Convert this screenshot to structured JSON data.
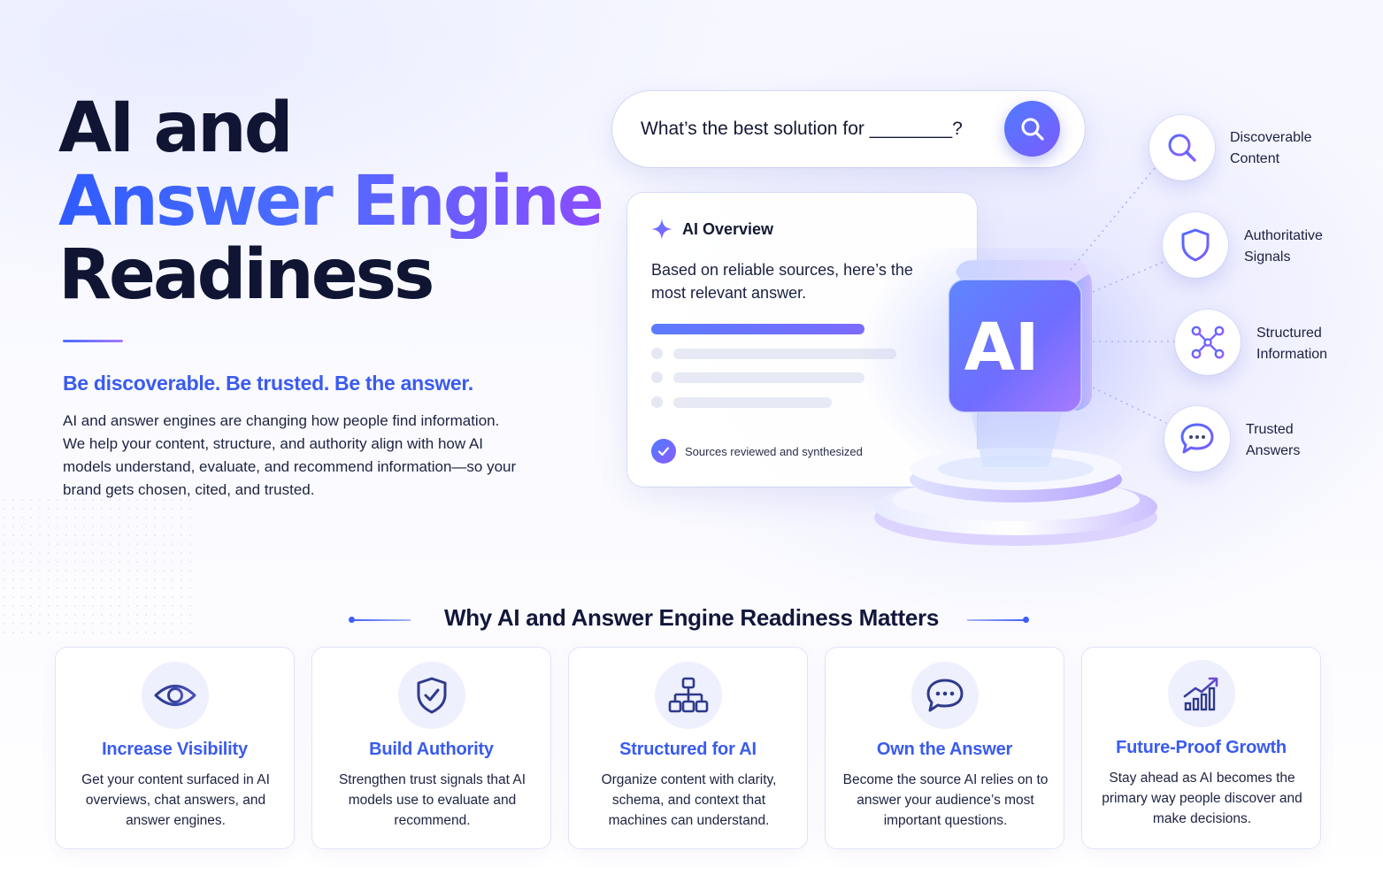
{
  "hero": {
    "title_line1": "AI and",
    "title_line2": "Answer Engine",
    "title_line3": "Readiness",
    "tagline": "Be discoverable. Be trusted. Be the answer.",
    "intro": "AI and answer engines are changing how people find information. We help your content, structure, and authority align with how AI models understand, evaluate, and recommend information—so your brand gets chosen, cited, and trusted."
  },
  "search": {
    "query": "What’s the best solution for ________?",
    "icon": "search-icon"
  },
  "overview": {
    "title": "AI Overview",
    "body": "Based on reliable sources, here’s the most relevant answer.",
    "footer": "Sources reviewed and synthesized"
  },
  "ai_cube": {
    "label": "AI"
  },
  "nodes": [
    {
      "label_line1": "Discoverable",
      "label_line2": "Content",
      "icon": "search-icon"
    },
    {
      "label_line1": "Authoritative",
      "label_line2": "Signals",
      "icon": "shield-icon"
    },
    {
      "label_line1": "Structured",
      "label_line2": "Information",
      "icon": "network-icon"
    },
    {
      "label_line1": "Trusted",
      "label_line2": "Answers",
      "icon": "chat-bubble-icon"
    }
  ],
  "section": {
    "heading": "Why AI and Answer Engine Readiness Matters"
  },
  "cards": [
    {
      "title": "Increase Visibility",
      "desc": "Get your content surfaced in AI overviews, chat answers, and answer engines.",
      "icon": "eye-icon"
    },
    {
      "title": "Build Authority",
      "desc": "Strengthen trust signals that AI models use to evaluate and recommend.",
      "icon": "shield-check-icon"
    },
    {
      "title": "Structured for AI",
      "desc": "Organize content with clarity, schema, and context that machines can understand.",
      "icon": "hierarchy-icon"
    },
    {
      "title": "Own the Answer",
      "desc": "Become the source AI relies on to answer your audience’s most important questions.",
      "icon": "chat-bubble-icon"
    },
    {
      "title": "Future-Proof Growth",
      "desc": "Stay ahead as AI becomes the primary way people discover and make decisions.",
      "icon": "growth-chart-icon"
    }
  ],
  "colors": {
    "accent_blue": "#3a5bef",
    "accent_purple": "#8a4dff",
    "dark_text": "#0f1533"
  }
}
